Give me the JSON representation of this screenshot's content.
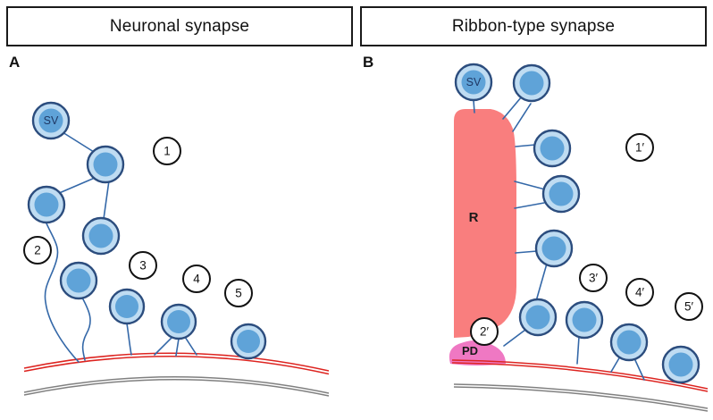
{
  "panels": {
    "left": {
      "title": "Neuronal synapse",
      "letter": "A",
      "vesicle_label": "SV",
      "numbers": [
        "1",
        "2",
        "3",
        "4",
        "5"
      ]
    },
    "right": {
      "title": "Ribbon-type synapse",
      "letter": "B",
      "vesicle_label": "SV",
      "ribbon_label": "R",
      "density_label": "PD",
      "numbers": [
        "1′",
        "2′",
        "3′",
        "4′",
        "5′"
      ]
    }
  },
  "colors": {
    "vesicle-inner": "#5FA3D8",
    "vesicle-ring": "#BFDCF2",
    "vesicle-border": "#2C4D7E",
    "tether": "#3468A8",
    "ribbon": "#F97E7E",
    "density": "#EF78C3",
    "membrane": "#DD2420",
    "intracellular-line": "#808080",
    "badge-border": "#111111"
  }
}
